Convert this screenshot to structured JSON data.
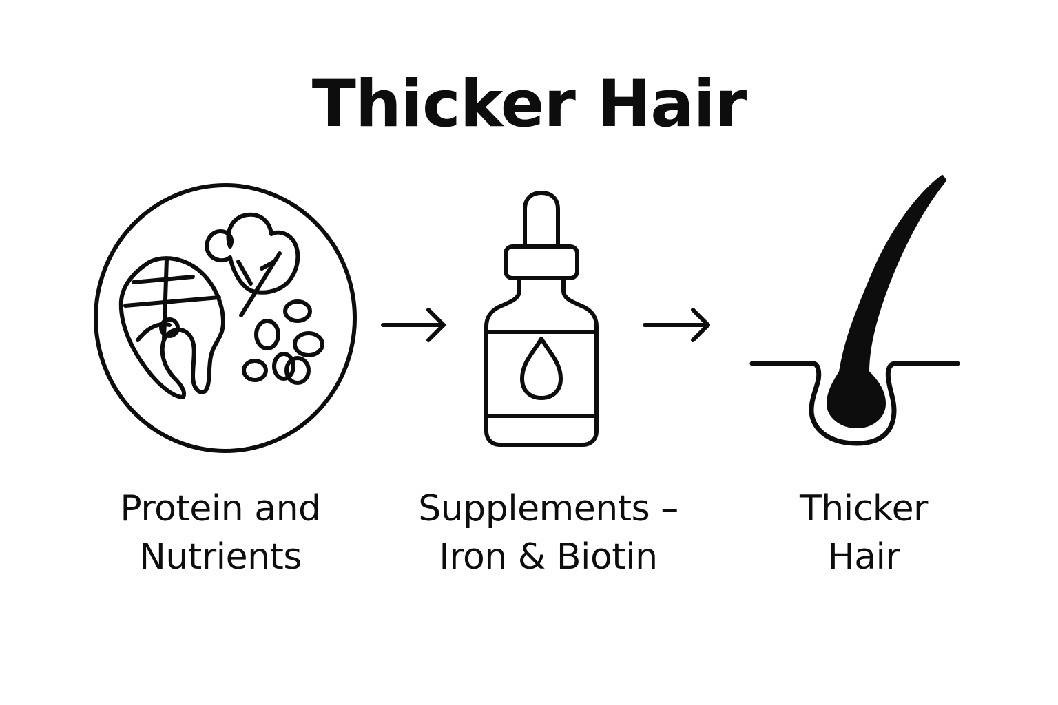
{
  "title": "Thicker Hair",
  "steps": [
    {
      "label_line1": "Protein and",
      "label_line2": "Nutrients",
      "icon": "food-plate-icon"
    },
    {
      "label_line1": "Supplements –",
      "label_line2": "Iron & Biotin",
      "icon": "dropper-bottle-icon"
    },
    {
      "label_line1": "Thicker",
      "label_line2": "Hair",
      "icon": "hair-follicle-icon"
    }
  ],
  "colors": {
    "ink": "#0d0d0d",
    "background": "#ffffff"
  }
}
